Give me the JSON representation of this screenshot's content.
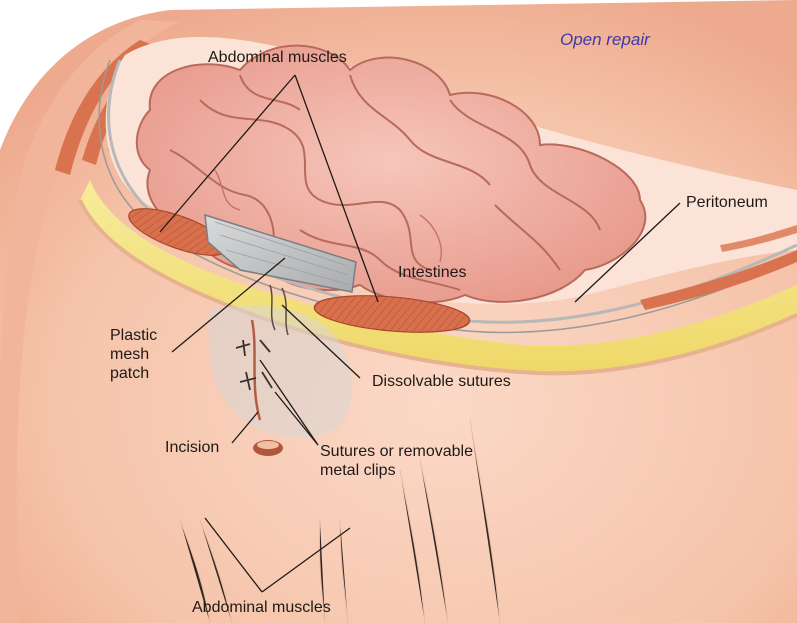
{
  "title": "Open repair",
  "labels": {
    "abdominal_muscles_top": "Abdominal muscles",
    "peritoneum": "Peritoneum",
    "intestines": "Intestines",
    "plastic_mesh_patch": [
      "Plastic",
      "mesh",
      "patch"
    ],
    "dissolvable_sutures": "Dissolvable sutures",
    "incision": "Incision",
    "sutures_or_clips": [
      "Sutures or removable",
      "metal clips"
    ],
    "abdominal_muscles_bottom": "Abdominal muscles"
  },
  "colors": {
    "title": "#3b3aa8",
    "skin": "#f6c8b2",
    "muscle": "#d9734f",
    "fat": "#f2e27a",
    "intestine": "#f2b0a4",
    "mesh": "#c8c9ca",
    "label_text": "#1f1a17"
  }
}
